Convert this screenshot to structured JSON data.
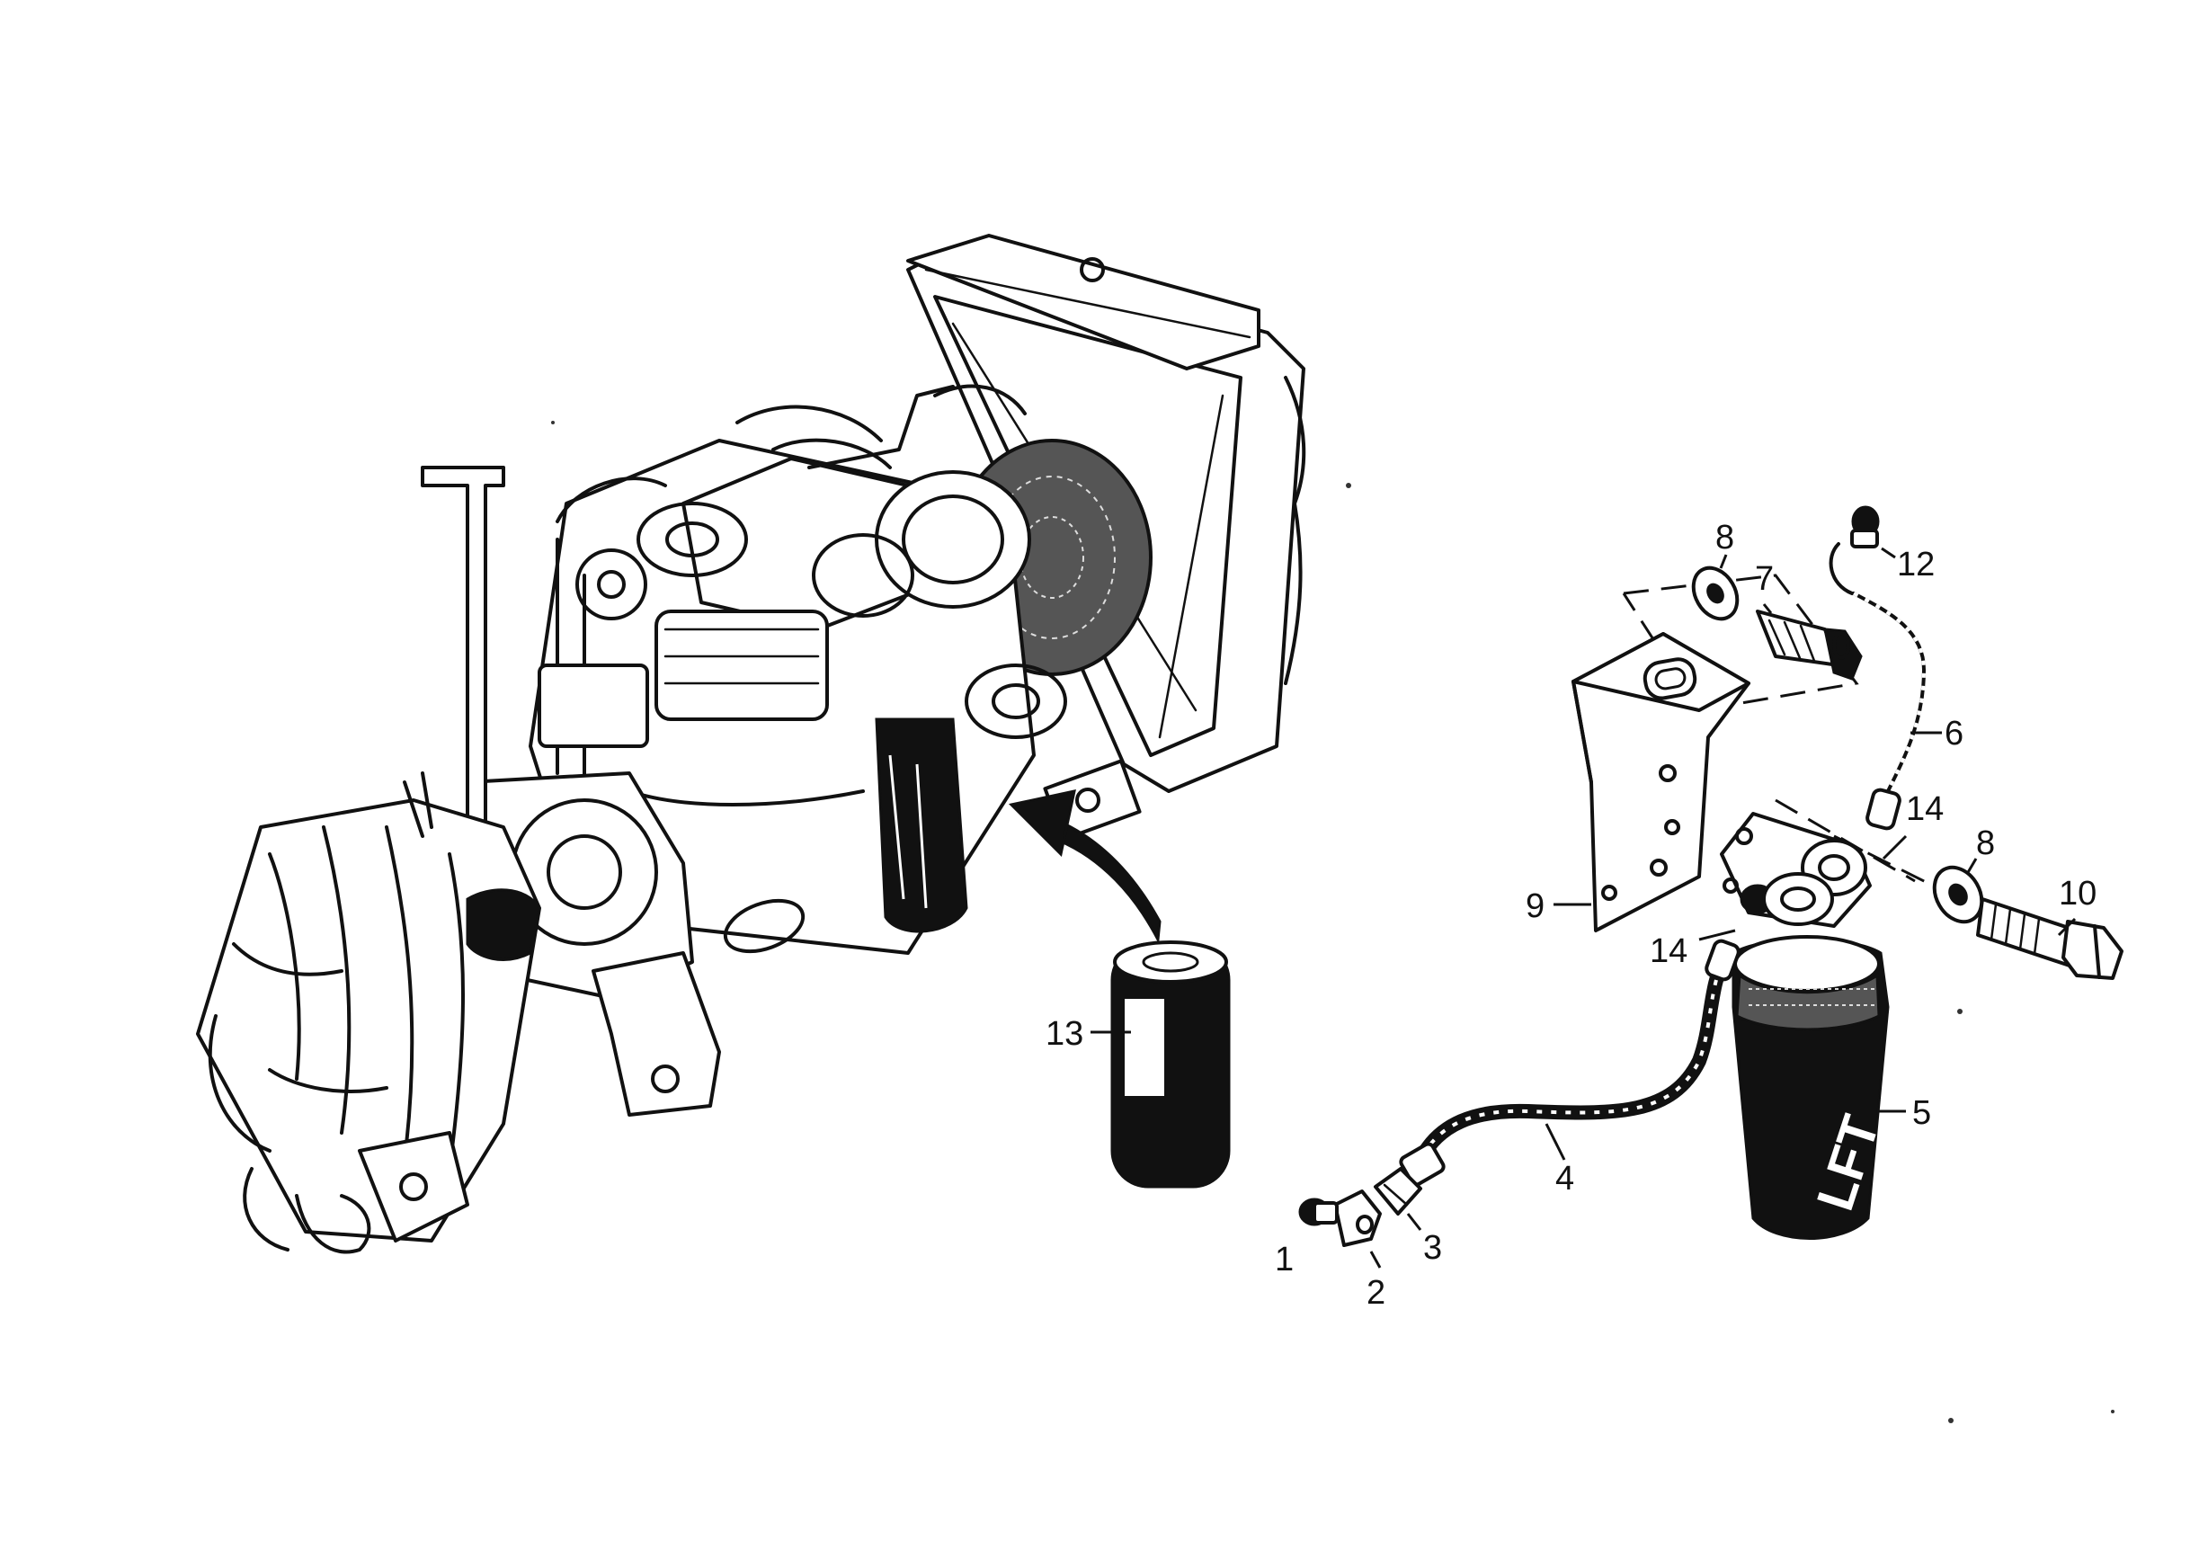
{
  "callouts": {
    "c1": "1",
    "c2": "2",
    "c3": "3",
    "c4": "4",
    "c5": "5",
    "c6": "6",
    "c7": "7",
    "c8a": "8",
    "c8b": "8",
    "c9": "9",
    "c10": "10",
    "c12": "12",
    "c13": "13",
    "c14a": "14",
    "c14b": "14"
  },
  "filter_branding": "LFT"
}
